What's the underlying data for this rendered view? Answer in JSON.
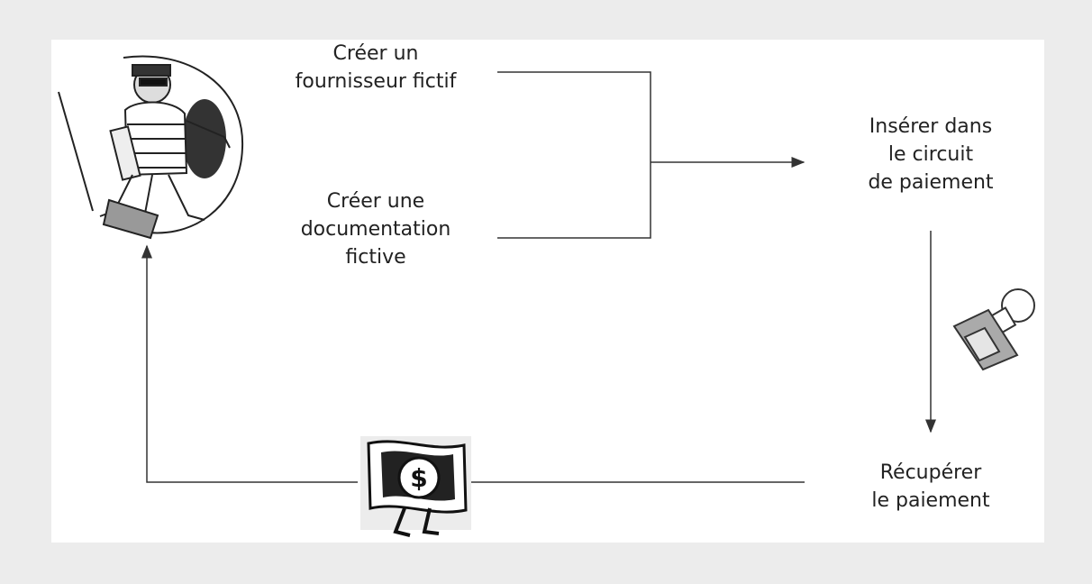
{
  "diagram": {
    "node_fake_supplier": {
      "line1": "Créer un",
      "line2": "fournisseur fictif"
    },
    "node_fake_docs": {
      "line1": "Créer une",
      "line2": "documentation",
      "line3": "fictive"
    },
    "node_insert": {
      "line1": "Insérer dans",
      "line2": "le circuit",
      "line3": "de paiement"
    },
    "node_collect": {
      "line1": "Récupérer",
      "line2": "le paiement"
    },
    "icons": {
      "thief": "burglar-illustration",
      "stamp": "rubber-stamp-illustration",
      "money": "dollar-bill-illustration"
    },
    "colors": {
      "lines": "#333333",
      "background": "#ececec",
      "panel": "#ffffff"
    }
  }
}
